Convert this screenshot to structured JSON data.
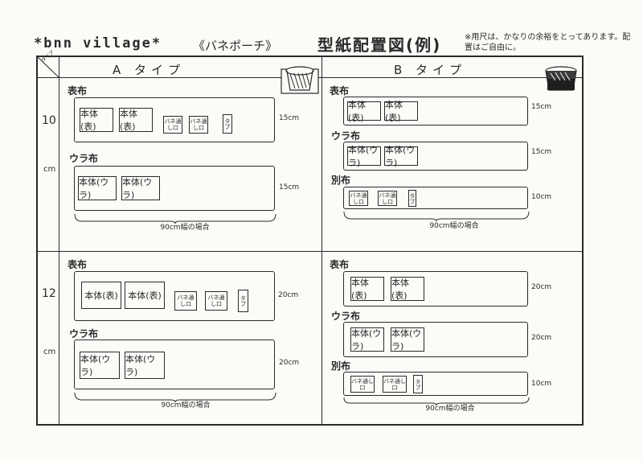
{
  "header": {
    "brand": "*bnn village*",
    "subtitle": "《バネポーチ》",
    "title": "型紙配置図(例)",
    "note": "※用尺は、かなりの余裕をとってあります。配置はご自由に。"
  },
  "columns": {
    "corner": "タイプ",
    "type_a": "A タイプ",
    "type_b": "B タイプ"
  },
  "rows": [
    {
      "size": "10",
      "unit": "cm",
      "a": {
        "sections": [
          {
            "label": "表布",
            "measure": "15cm",
            "pieces": [
              "本体(表)",
              "本体(表)",
              "バネ通し口",
              "バネ通し口",
              "タブ"
            ]
          },
          {
            "label": "ウラ布",
            "measure": "15cm",
            "pieces": [
              "本体(ウラ)",
              "本体(ウラ)"
            ]
          }
        ],
        "width_note": "90cm幅の場合"
      },
      "b": {
        "sections": [
          {
            "label": "表布",
            "measure": "15cm",
            "pieces": [
              "本体(表)",
              "本体(表)"
            ]
          },
          {
            "label": "ウラ布",
            "measure": "15cm",
            "pieces": [
              "本体(ウラ)",
              "本体(ウラ)"
            ]
          },
          {
            "label": "別布",
            "measure": "10cm",
            "pieces": [
              "バネ通し口",
              "バネ通し口",
              "タブ"
            ]
          }
        ],
        "width_note": "90cm幅の場合"
      }
    },
    {
      "size": "12",
      "unit": "cm",
      "a": {
        "sections": [
          {
            "label": "表布",
            "measure": "20cm",
            "pieces": [
              "本体(表)",
              "本体(表)",
              "バネ通し口",
              "バネ通し口",
              "タブ"
            ]
          },
          {
            "label": "ウラ布",
            "measure": "20cm",
            "pieces": [
              "本体(ウラ)",
              "本体(ウラ)"
            ]
          }
        ],
        "width_note": "90cm幅の場合"
      },
      "b": {
        "sections": [
          {
            "label": "表布",
            "measure": "20cm",
            "pieces": [
              "本体(表)",
              "本体(表)"
            ]
          },
          {
            "label": "ウラ布",
            "measure": "20cm",
            "pieces": [
              "本体(ウラ)",
              "本体(ウラ)"
            ]
          },
          {
            "label": "別布",
            "measure": "10cm",
            "pieces": [
              "バネ通し口",
              "バネ通し口",
              "タブ"
            ]
          }
        ],
        "width_note": "90cm幅の場合"
      }
    }
  ],
  "icons": {
    "type_a": "pouch-a-icon",
    "type_b": "pouch-b-icon"
  }
}
